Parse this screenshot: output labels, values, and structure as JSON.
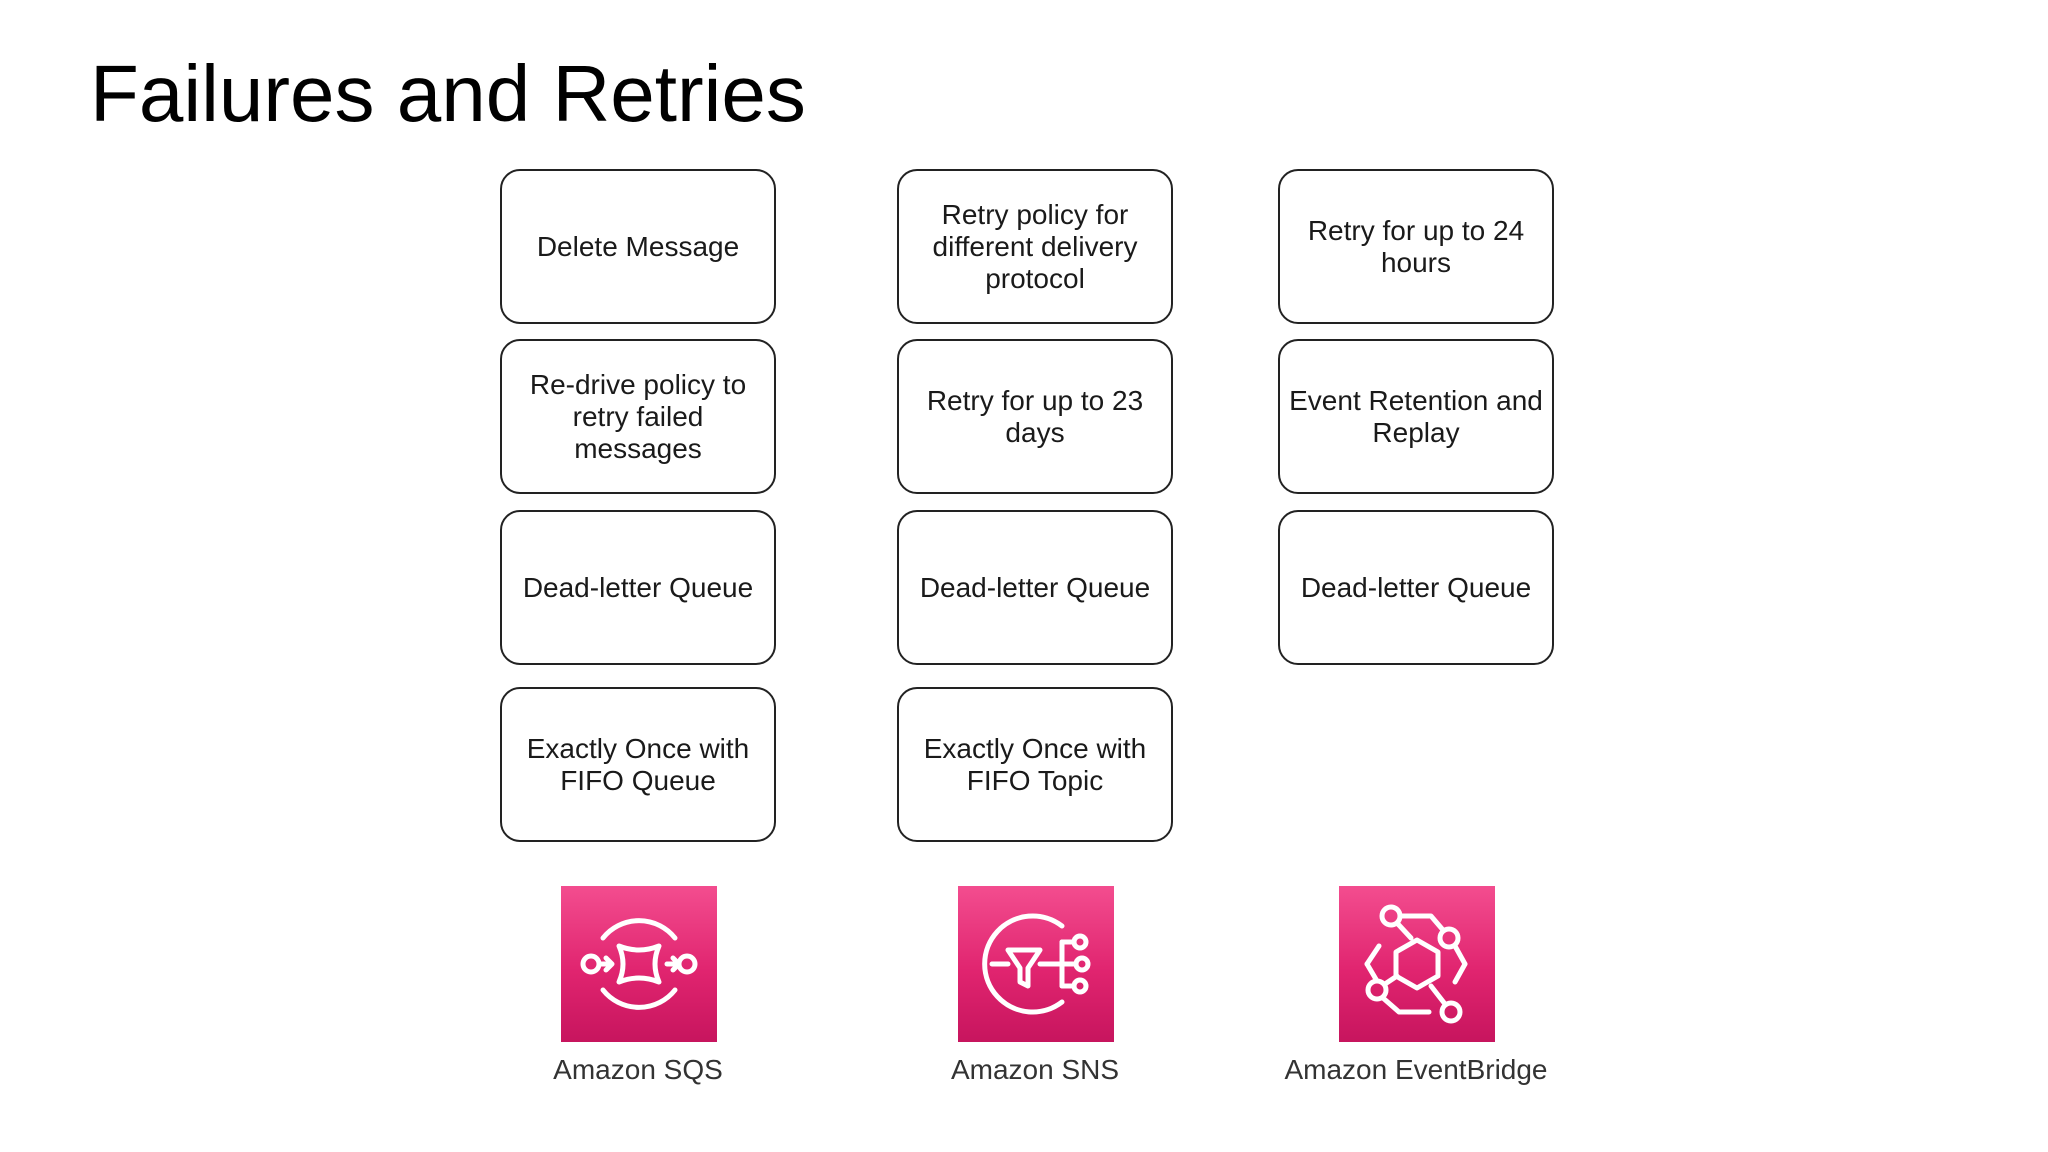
{
  "slide": {
    "title": "Failures and Retries"
  },
  "colors": {
    "icon_gradient_top": "#f34d8f",
    "icon_gradient_bottom": "#c7155e",
    "box_border": "#222222",
    "label_text": "#333333"
  },
  "columns": [
    {
      "service": "Amazon SQS",
      "icon": "amazon-sqs-icon",
      "features": [
        "Delete Message",
        "Re-drive policy to retry failed messages",
        "Dead-letter Queue",
        "Exactly Once with FIFO Queue"
      ]
    },
    {
      "service": "Amazon SNS",
      "icon": "amazon-sns-icon",
      "features": [
        "Retry policy for different delivery protocol",
        "Retry for up to 23 days",
        "Dead-letter Queue",
        "Exactly Once with FIFO Topic"
      ]
    },
    {
      "service": "Amazon EventBridge",
      "icon": "amazon-eventbridge-icon",
      "features": [
        "Retry for up to 24 hours",
        "Event Retention and Replay",
        "Dead-letter Queue"
      ]
    }
  ]
}
